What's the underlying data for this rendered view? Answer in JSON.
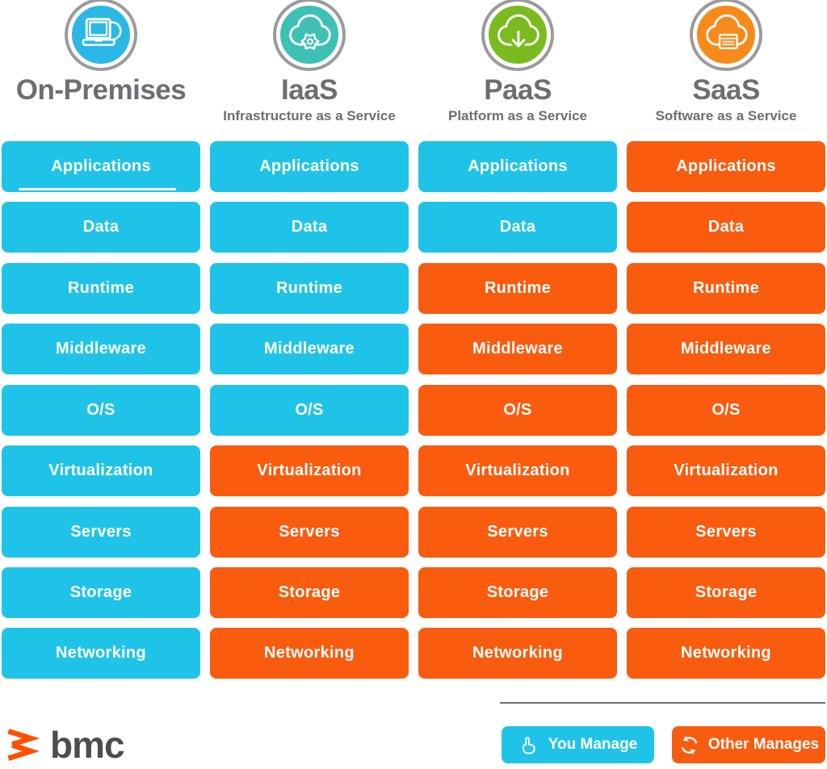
{
  "columns": [
    {
      "title": "On-Premises",
      "subtitle": "",
      "icon": "laptop-disc-icon",
      "icon_color": "#2bb8e6",
      "rows": [
        {
          "label": "Applications",
          "managed_by": "you"
        },
        {
          "label": "Data",
          "managed_by": "you"
        },
        {
          "label": "Runtime",
          "managed_by": "you"
        },
        {
          "label": "Middleware",
          "managed_by": "you"
        },
        {
          "label": "O/S",
          "managed_by": "you"
        },
        {
          "label": "Virtualization",
          "managed_by": "you"
        },
        {
          "label": "Servers",
          "managed_by": "you"
        },
        {
          "label": "Storage",
          "managed_by": "you"
        },
        {
          "label": "Networking",
          "managed_by": "you"
        }
      ]
    },
    {
      "title": "IaaS",
      "subtitle": "Infrastructure as a Service",
      "icon": "cloud-gear-icon",
      "icon_color": "#3fc0b4",
      "rows": [
        {
          "label": "Applications",
          "managed_by": "you"
        },
        {
          "label": "Data",
          "managed_by": "you"
        },
        {
          "label": "Runtime",
          "managed_by": "you"
        },
        {
          "label": "Middleware",
          "managed_by": "you"
        },
        {
          "label": "O/S",
          "managed_by": "you"
        },
        {
          "label": "Virtualization",
          "managed_by": "other"
        },
        {
          "label": "Servers",
          "managed_by": "other"
        },
        {
          "label": "Storage",
          "managed_by": "other"
        },
        {
          "label": "Networking",
          "managed_by": "other"
        }
      ]
    },
    {
      "title": "PaaS",
      "subtitle": "Platform as a Service",
      "icon": "cloud-download-icon",
      "icon_color": "#7abc1f",
      "rows": [
        {
          "label": "Applications",
          "managed_by": "you"
        },
        {
          "label": "Data",
          "managed_by": "you"
        },
        {
          "label": "Runtime",
          "managed_by": "other"
        },
        {
          "label": "Middleware",
          "managed_by": "other"
        },
        {
          "label": "O/S",
          "managed_by": "other"
        },
        {
          "label": "Virtualization",
          "managed_by": "other"
        },
        {
          "label": "Servers",
          "managed_by": "other"
        },
        {
          "label": "Storage",
          "managed_by": "other"
        },
        {
          "label": "Networking",
          "managed_by": "other"
        }
      ]
    },
    {
      "title": "SaaS",
      "subtitle": "Software as a Service",
      "icon": "cloud-app-icon",
      "icon_color": "#f68b1c",
      "rows": [
        {
          "label": "Applications",
          "managed_by": "other"
        },
        {
          "label": "Data",
          "managed_by": "other"
        },
        {
          "label": "Runtime",
          "managed_by": "other"
        },
        {
          "label": "Middleware",
          "managed_by": "other"
        },
        {
          "label": "O/S",
          "managed_by": "other"
        },
        {
          "label": "Virtualization",
          "managed_by": "other"
        },
        {
          "label": "Servers",
          "managed_by": "other"
        },
        {
          "label": "Storage",
          "managed_by": "other"
        },
        {
          "label": "Networking",
          "managed_by": "other"
        }
      ]
    }
  ],
  "legend": {
    "items": [
      {
        "label": "You Manage",
        "key": "you",
        "color": "#20c3e8",
        "icon": "pointing-hand-icon"
      },
      {
        "label": "Other Manages",
        "key": "other",
        "color": "#f95b0f",
        "icon": "sync-arrows-icon"
      }
    ]
  },
  "colors": {
    "you": "#20c3e8",
    "other": "#f95b0f",
    "header_text": "#6d6e71",
    "icon_ring": "#9b9b9b",
    "divider": "#6e6f72",
    "cell_text": "#ffffff",
    "bmc_orange": "#fe5000",
    "bmc_text": "#4d4d4f"
  },
  "footer": {
    "brand": "bmc"
  }
}
